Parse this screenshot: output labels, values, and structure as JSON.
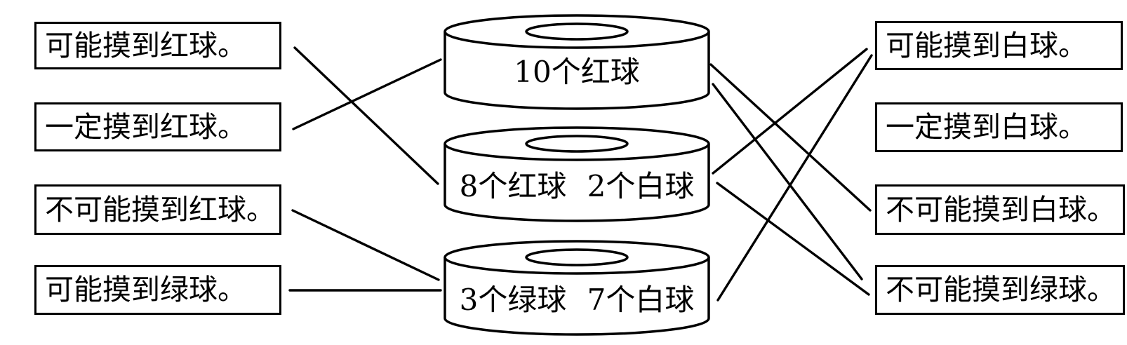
{
  "title": "摸球可能性连线题",
  "colors": {
    "ink": "#000000",
    "background": "#ffffff"
  },
  "left_statements": [
    {
      "label": "可能摸到红球。"
    },
    {
      "label": "一定摸到红球。"
    },
    {
      "label": "不可能摸到红球。"
    },
    {
      "label": "可能摸到绿球。"
    }
  ],
  "baskets": [
    {
      "label": "10个红球"
    },
    {
      "label": "8个红球 2个白球"
    },
    {
      "label": "3个绿球 7个白球"
    }
  ],
  "right_statements": [
    {
      "label": "可能摸到白球。"
    },
    {
      "label": "一定摸到白球。"
    },
    {
      "label": "不可能摸到白球。"
    },
    {
      "label": "不可能摸到绿球。"
    }
  ],
  "connections": [
    {
      "from": "可能摸到红球。",
      "to": "8个红球 2个白球",
      "side": "left"
    },
    {
      "from": "一定摸到红球。",
      "to": "10个红球",
      "side": "left"
    },
    {
      "from": "不可能摸到红球。",
      "to": "3个绿球 7个白球",
      "side": "left"
    },
    {
      "from": "可能摸到绿球。",
      "to": "3个绿球 7个白球",
      "side": "left"
    },
    {
      "from": "10个红球",
      "to": "不可能摸到白球。",
      "side": "right"
    },
    {
      "from": "10个红球",
      "to": "不可能摸到绿球。",
      "side": "right"
    },
    {
      "from": "8个红球 2个白球",
      "to": "可能摸到白球。",
      "side": "right"
    },
    {
      "from": "8个红球 2个白球",
      "to": "不可能摸到绿球。",
      "side": "right"
    },
    {
      "from": "3个绿球 7个白球",
      "to": "可能摸到白球。",
      "side": "right"
    }
  ]
}
